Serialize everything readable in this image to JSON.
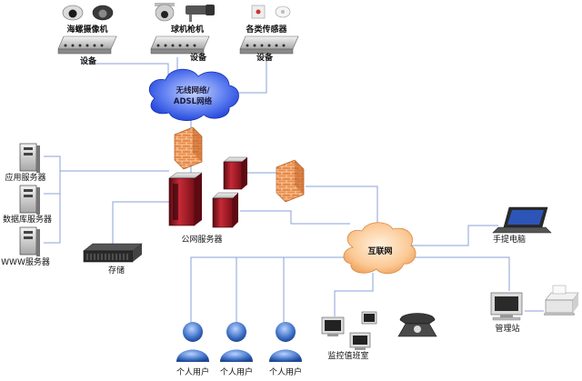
{
  "labels": {
    "conch_camera": "海螺摄像机",
    "dome_camera": "球机枪机",
    "sensors": "各类传感器",
    "device_1": "设备",
    "device_2": "设备",
    "device_3": "设备",
    "wireless_line1": "无线网络/",
    "wireless_line2": "ADSL网络",
    "app_server": "应用服务器",
    "db_server": "数据库服务器",
    "www_server": "WWW服务器",
    "storage": "存储",
    "public_server": "公网服务器",
    "internet": "互联网",
    "laptop": "手提电脑",
    "mgmt_station": "管理站",
    "monitor_room": "监控值班室",
    "user_1": "个人用户",
    "user_2": "个人用户",
    "user_3": "个人用户"
  },
  "colors": {
    "link": "#8aa0d8",
    "cloud_blue": "#1c3fd6",
    "cloud_orange": "#f6b17a",
    "server_red": "#a81826",
    "firewall": "#e2793a",
    "user_blue": "#3d6fc7"
  }
}
